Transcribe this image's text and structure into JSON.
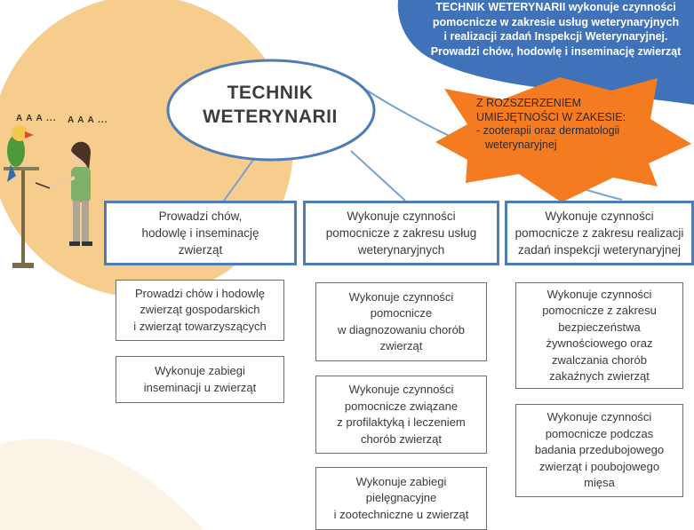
{
  "colors": {
    "blob": "#3f72b8",
    "peach": "#f7cd8d",
    "star": "#f47b20",
    "category_border": "#4d7cb7",
    "connector": "#7aa1cf"
  },
  "header_blob": {
    "lines": [
      "TECHNIK WETERYNARII wykonuje czynności",
      "pomocnicze w zakresie usług weterynaryjnych",
      "i realizacji zadań Inspekcji Weterynaryjnej.",
      "Prowadzi chów, hodowlę i inseminację zwierząt"
    ]
  },
  "center": {
    "title_lines": [
      "TECHNIK",
      "WETERYNARII"
    ]
  },
  "star_note": {
    "lines": [
      "Z ROZSZERZENIEM",
      "UMIEJĘTNOŚCI W ZAKESIE:",
      "- zooterapii oraz dermatologii",
      "  weterynaryjnej"
    ]
  },
  "illustration": {
    "shout_left": "A A A ...",
    "shout_right": "A A A ..."
  },
  "categories": [
    {
      "lines": [
        "Prowadzi chów,",
        "hodowlę i inseminację",
        "zwierząt"
      ],
      "items": [
        {
          "lines": [
            "Prowadzi chów i hodowlę",
            "zwierząt gospodarskich",
            "i zwierząt towarzyszących"
          ]
        },
        {
          "lines": [
            "Wykonuje zabiegi",
            "inseminacji u zwierząt"
          ]
        }
      ]
    },
    {
      "lines": [
        "Wykonuje czynności",
        "pomocnicze z zakresu usług",
        "weterynaryjnych"
      ],
      "items": [
        {
          "lines": [
            "Wykonuje czynności",
            "pomocnicze",
            "w diagnozowaniu chorób",
            "zwierząt"
          ]
        },
        {
          "lines": [
            "Wykonuje czynności",
            "pomocnicze związane",
            "z profilaktyką i leczeniem",
            "chorób zwierząt"
          ]
        },
        {
          "lines": [
            "Wykonuje zabiegi",
            "pielęgnacyjne",
            "i zootechniczne u zwierząt"
          ]
        }
      ]
    },
    {
      "lines": [
        "Wykonuje czynności",
        "pomocnicze z zakresu realizacji",
        "zadań inspekcji weterynaryjnej"
      ],
      "items": [
        {
          "lines": [
            "Wykonuje czynności",
            "pomocnicze z zakresu",
            "bezpieczeństwa",
            "żywnościowego oraz",
            "zwalczania chorób",
            "zakaźnych zwierząt"
          ]
        },
        {
          "lines": [
            "Wykonuje czynności",
            "pomocnicze podczas",
            "badania przedubojowego",
            "zwierząt i poubojowego",
            "mięsa"
          ]
        }
      ]
    }
  ]
}
